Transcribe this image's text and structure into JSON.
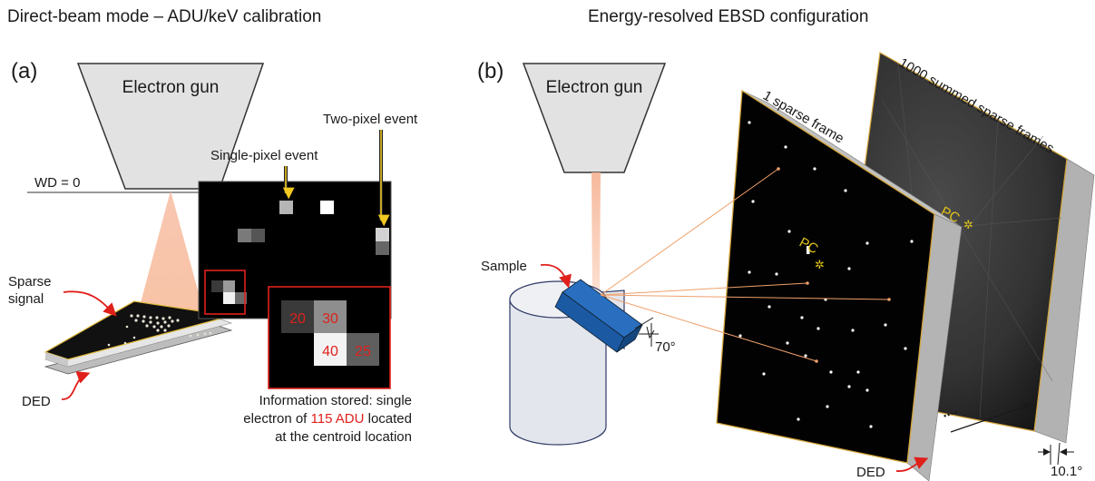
{
  "titles": {
    "left": "Direct-beam mode – ADU/keV calibration",
    "right": "Energy-resolved EBSD configuration"
  },
  "panel_a": {
    "label": "(a)",
    "gun": "Electron gun",
    "wd": "WD = 0",
    "sparse_signal_line1": "Sparse",
    "sparse_signal_line2": "signal",
    "ded": "DED",
    "single_pixel_event": "Single-pixel event",
    "two_pixel_event": "Two-pixel event",
    "cell_values": [
      "20",
      "30",
      "40",
      "25"
    ],
    "info_line1": "Information stored: single",
    "info_line2_pre": "electron of ",
    "info_line2_red": "115 ADU",
    "info_line2_post": " located",
    "info_line3": "at the centroid location"
  },
  "panel_b": {
    "label": "(b)",
    "gun": "Electron gun",
    "sample": "Sample",
    "tilt_angle": "70°",
    "frame1": "1 sparse frame",
    "frame_sum": "1000 summed sparse frames",
    "pc": "PC",
    "pc2": "PC",
    "ellipsis": "....",
    "ded": "DED",
    "detector_angle": "10.1°"
  },
  "colors": {
    "accent_red": "#e0201b",
    "pc_yellow": "#e0c21a",
    "sample_blue": "#1e5fa8",
    "beam_orange": "#f6b597"
  }
}
